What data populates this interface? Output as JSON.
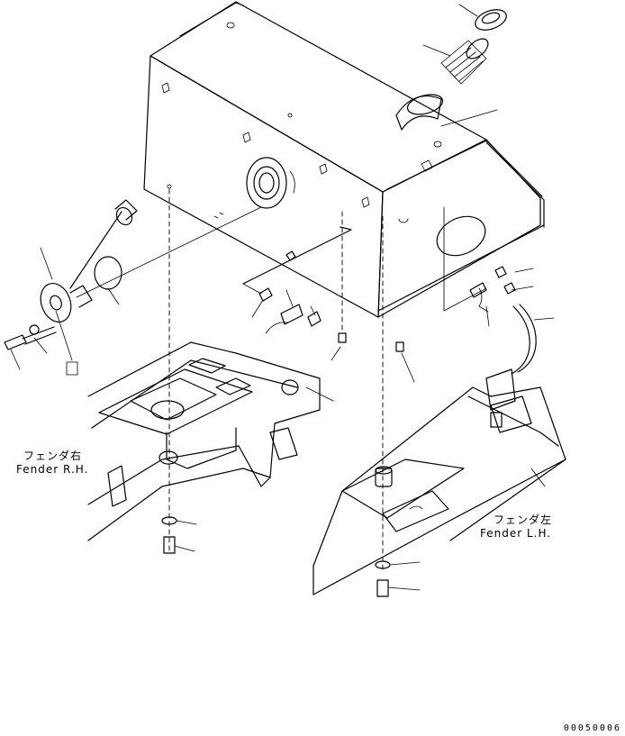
{
  "labels": {
    "fender_rh_jp": "フェンダ右",
    "fender_rh_en": "Fender R.H.",
    "fender_lh_jp": "フェンダ左",
    "fender_lh_en": "Fender L.H."
  },
  "drawing_number": "00050006"
}
